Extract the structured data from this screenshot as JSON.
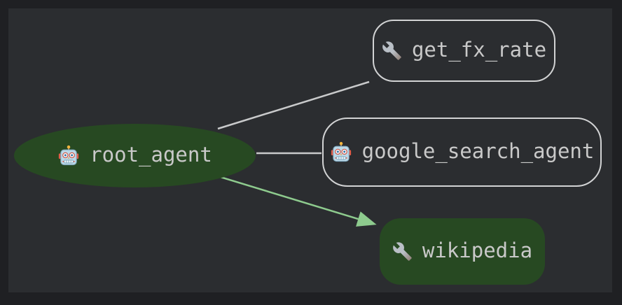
{
  "graph": {
    "nodes": {
      "root_agent": {
        "label": "root_agent",
        "icon": "robot-icon",
        "shape": "ellipse",
        "fill": "green"
      },
      "get_fx_rate": {
        "label": "get_fx_rate",
        "icon": "wrench-icon",
        "shape": "rounded-rect",
        "fill": "none"
      },
      "google_search_agent": {
        "label": "google_search_agent",
        "icon": "robot-icon",
        "shape": "rounded-rect",
        "fill": "none"
      },
      "wikipedia": {
        "label": "wikipedia",
        "icon": "wrench-icon",
        "shape": "rounded-rect",
        "fill": "green"
      }
    },
    "edges": [
      {
        "from": "root_agent",
        "to": "get_fx_rate",
        "arrow": false,
        "color": "#c9cacb"
      },
      {
        "from": "root_agent",
        "to": "google_search_agent",
        "arrow": false,
        "color": "#c9cacb"
      },
      {
        "from": "root_agent",
        "to": "wikipedia",
        "arrow": true,
        "color": "#8ecb8e"
      }
    ],
    "colors": {
      "canvas_background": "#2b2d30",
      "frame": "#1f2023",
      "node_fill_green": "#274922",
      "node_outline": "#d2d3d4",
      "edge_gray": "#c9cacb",
      "edge_green": "#8ecb8e",
      "label_text": "#c9c9c9"
    }
  }
}
